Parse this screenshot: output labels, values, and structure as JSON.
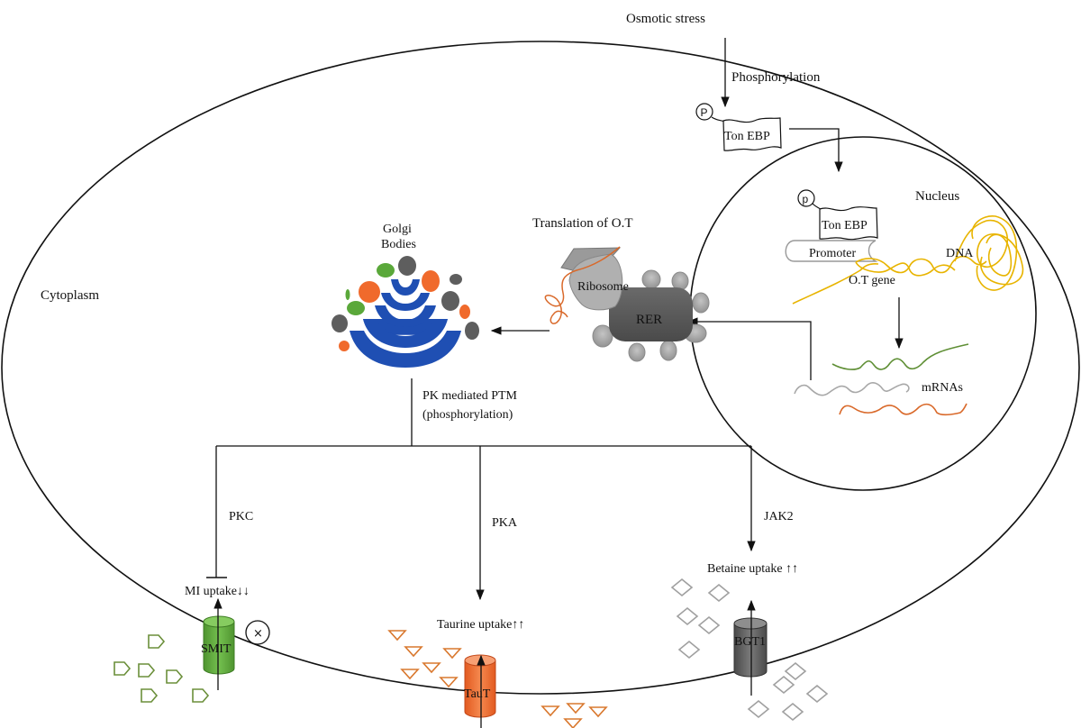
{
  "diagram": {
    "title": "Osmotic stress induced TonEBP signalling and osmolyte transporter regulation",
    "compartments": {
      "cytoplasm": "Cytoplasm",
      "nucleus": "Nucleus"
    },
    "stimulus": {
      "label": "Osmotic stress",
      "step": "Phosphorylation"
    },
    "tonebp": {
      "label": "Ton EBP",
      "phospho_mark": "P",
      "nuclear_phospho_mark": "p"
    },
    "nucleus_labels": {
      "promoter": "Promoter",
      "dna": "DNA",
      "gene": "O.T gene",
      "mrnas": "mRNAs"
    },
    "translation": {
      "label": "Translation  of O.T",
      "ribosome": "Ribosome",
      "rer": "RER"
    },
    "golgi": {
      "line1": "Golgi",
      "line2": "Bodies"
    },
    "ptm": {
      "line1": "PK mediated  PTM",
      "line2": "(phosphorylation)"
    },
    "branches": [
      {
        "kinase": "PKC",
        "effect": "inhibit",
        "outcome": "MI uptake↓↓",
        "transporter": "SMIT",
        "color": "#5a9e3a",
        "substrate_shape": "pentagon",
        "substrate_color": "#6b8f3a"
      },
      {
        "kinase": "PKA",
        "effect": "activate",
        "outcome": "Taurine  uptake↑↑",
        "transporter": "TauT",
        "color": "#e8642a",
        "substrate_shape": "triangle",
        "substrate_color": "#d9782e"
      },
      {
        "kinase": "JAK2",
        "effect": "activate",
        "outcome": "Betaine  uptake ↑↑",
        "transporter": "BGT1",
        "color": "#555555",
        "substrate_shape": "diamond",
        "substrate_color": "#a0a0a0"
      }
    ],
    "blocked_marker": "×",
    "colors": {
      "golgi_blue": "#1f4fb3",
      "vesicle_green": "#5aa83a",
      "vesicle_orange": "#f06a2c",
      "vesicle_gray": "#5e5e5e",
      "dna_yellow": "#e8b400",
      "mrna_green": "#5f8f35",
      "mrna_gray": "#a8a8a8",
      "mrna_orange": "#d9692a",
      "rer_dark": "#555555",
      "ribosome_gray": "#a8a8a8"
    }
  }
}
